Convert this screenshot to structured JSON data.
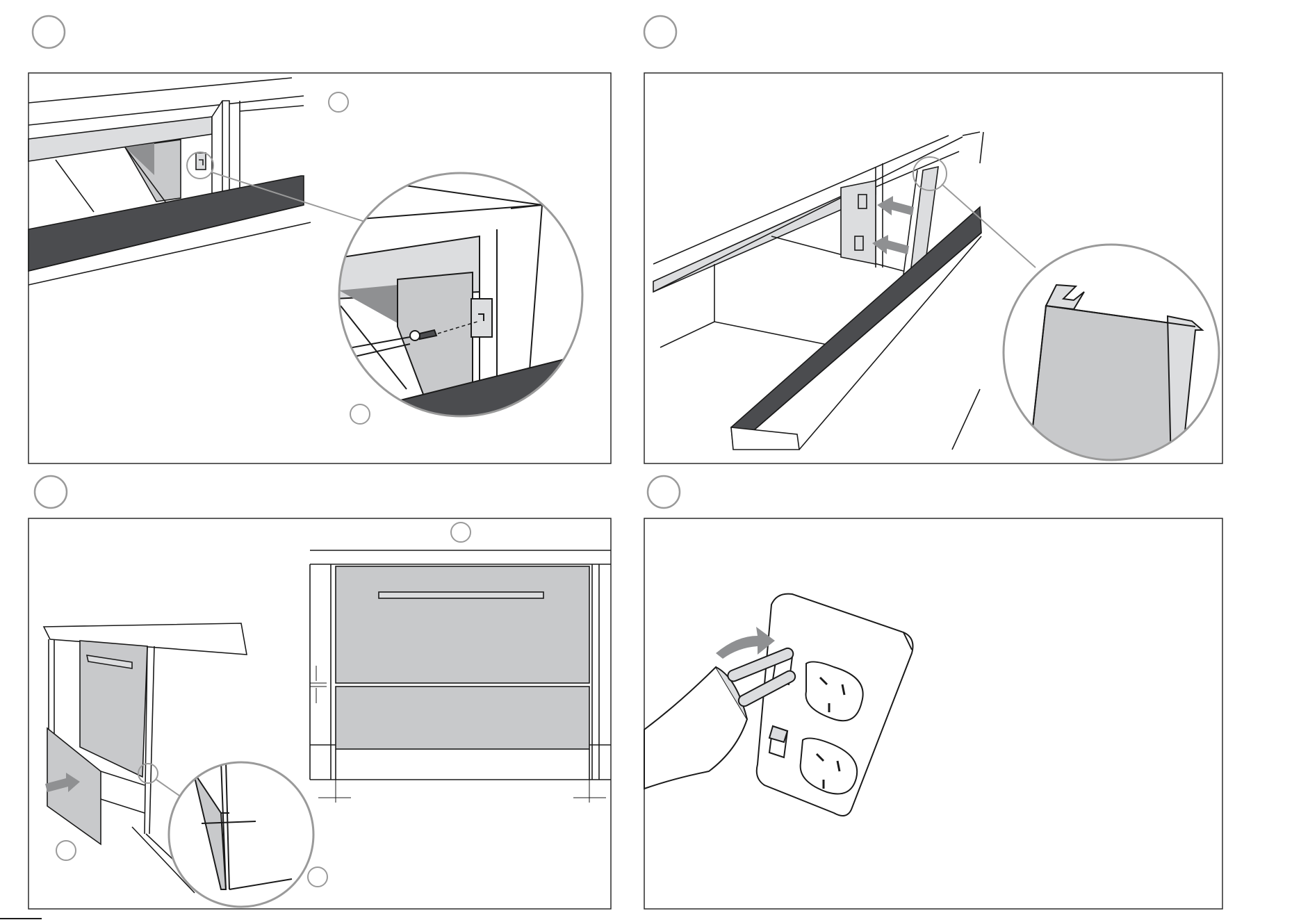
{
  "page": {
    "title": "",
    "colors": {
      "line": "#1a1a1a",
      "frame": "#2a2a2a",
      "circle": "#9a9a9a",
      "panel_fill": "#c8c9cb",
      "panel_light": "#dcdddf",
      "dark_strip": "#4b4c4f",
      "arrow": "#8f9092",
      "background": "#ffffff"
    }
  },
  "panels": [
    {
      "id": "step-1",
      "step_label": "",
      "icons": [
        "step-number-circle-icon",
        "callout-circle-icon",
        "magnifier-detail-icon",
        "screwdriver-icon",
        "screw-icon",
        "bracket-icon"
      ]
    },
    {
      "id": "step-2",
      "step_label": "",
      "icons": [
        "step-number-circle-icon",
        "magnifier-detail-icon",
        "trim-strip-icon",
        "arrow-icon"
      ]
    },
    {
      "id": "step-3",
      "step_label": "",
      "icons": [
        "step-number-circle-icon",
        "callout-circle-icon",
        "drawer-front-icon",
        "arrow-icon",
        "gap-dimension-icon"
      ]
    },
    {
      "id": "step-4",
      "step_label": "",
      "icons": [
        "step-number-circle-icon",
        "power-plug-icon",
        "wall-socket-icon",
        "arrow-icon"
      ]
    }
  ]
}
